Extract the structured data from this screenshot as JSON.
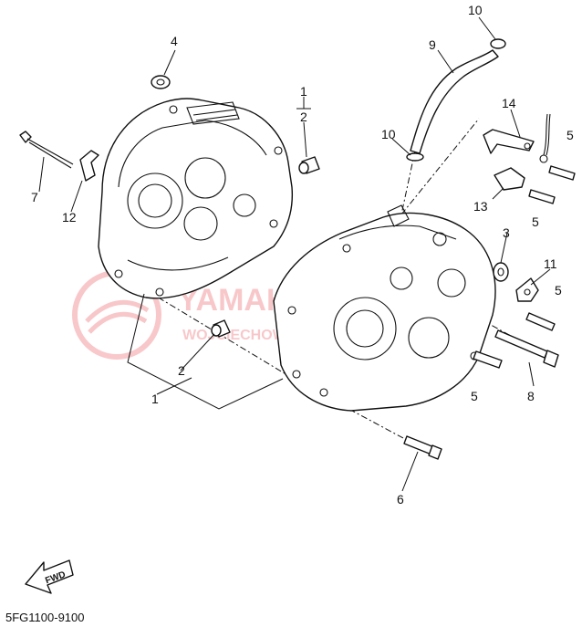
{
  "diagram": {
    "code": "5FG1100-9100",
    "fwd_label": "FWD",
    "watermark": {
      "brand": "YAMAHA",
      "tagline": "WOJCIECHOWICZ YAMAHA",
      "color": "#e30613"
    },
    "callouts": {
      "c1_top": "1",
      "c2_top": "2",
      "c1_bottom": "1",
      "c2_bottom": "2",
      "c3": "3",
      "c4": "4",
      "c5_a": "5",
      "c5_b": "5",
      "c5_c": "5",
      "c5_d": "5",
      "c6": "6",
      "c7": "7",
      "c8": "8",
      "c9": "9",
      "c10_top": "10",
      "c10_mid": "10",
      "c11": "11",
      "c12": "12",
      "c13": "13",
      "c14": "14"
    }
  }
}
